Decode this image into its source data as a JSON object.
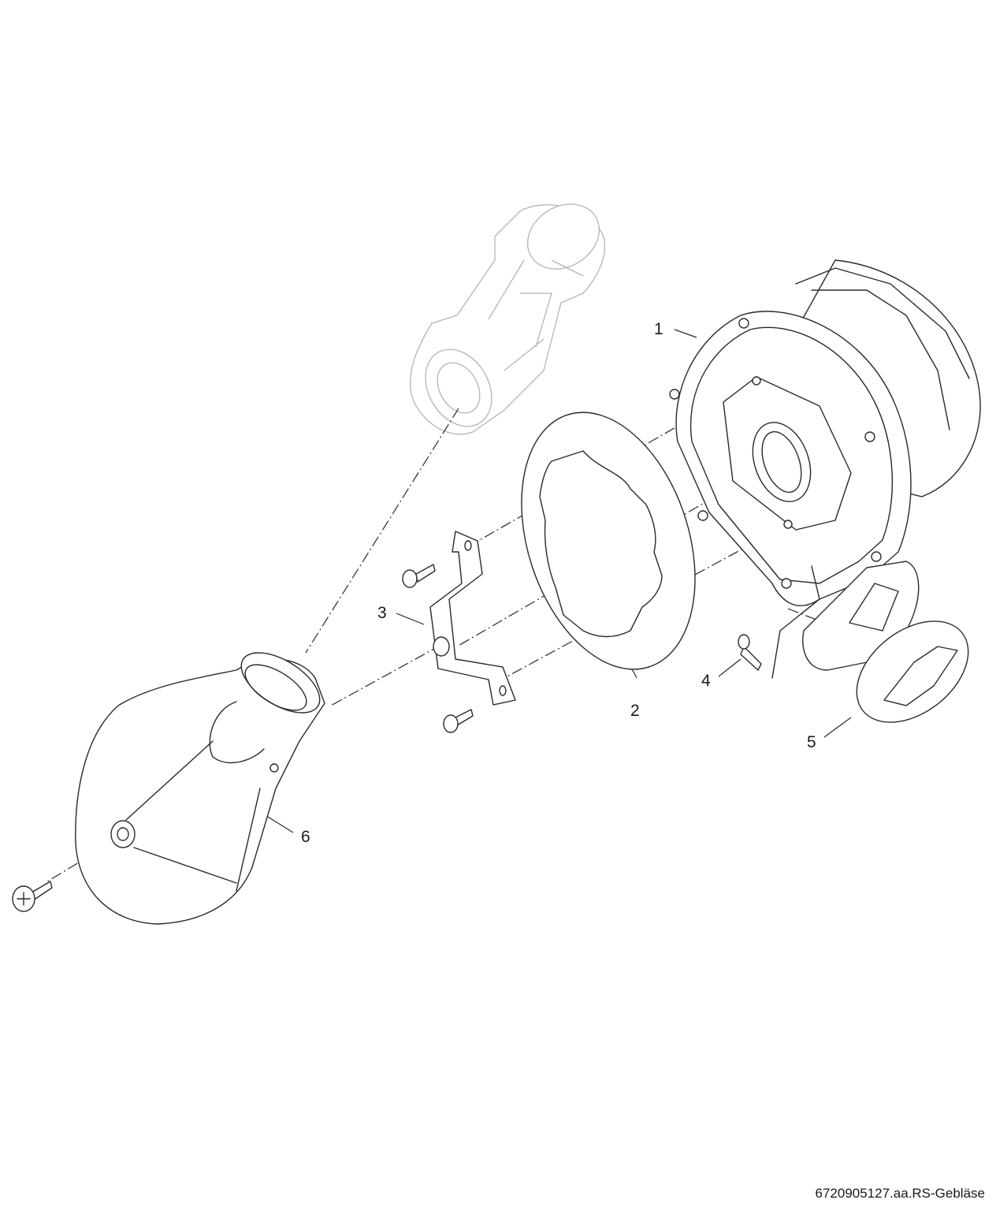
{
  "callouts": {
    "c1": "1",
    "c2": "2",
    "c3": "3",
    "c4": "4",
    "c5": "5",
    "c6": "6"
  },
  "drawing_ref": "6720905127.aa.RS-Gebläse"
}
